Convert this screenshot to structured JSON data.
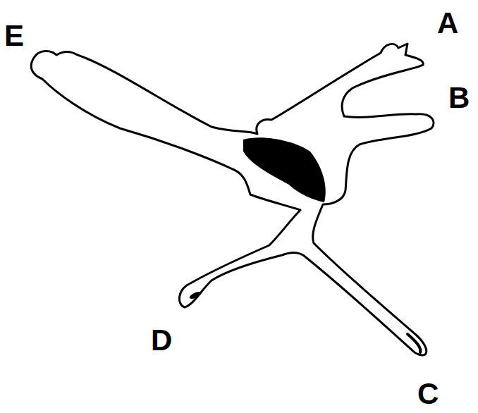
{
  "diagram": {
    "labels": [
      "A",
      "E",
      "B",
      "D",
      "C"
    ]
  }
}
